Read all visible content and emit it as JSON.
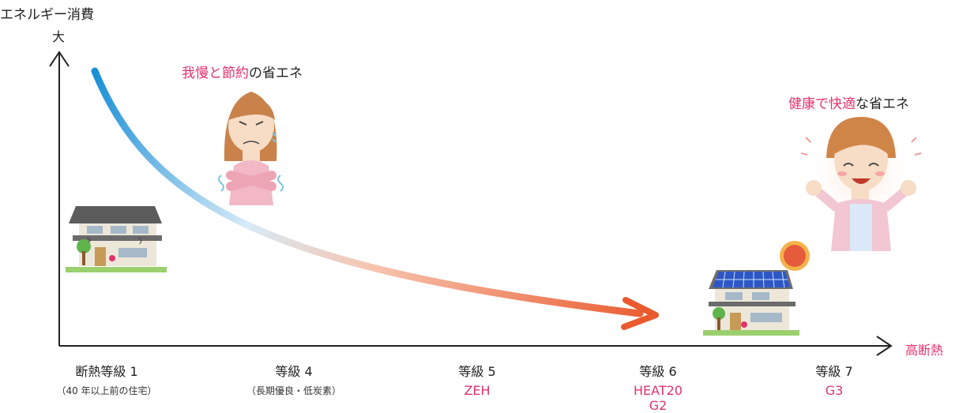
{
  "axes": {
    "y_label": "エネルギー消費",
    "y_max_label": "大",
    "x_label": "高断熱"
  },
  "captions": {
    "left": {
      "highlight1": "我慢",
      "connector1": "と",
      "highlight2": "節約",
      "suffix": "の省エネ"
    },
    "right": {
      "highlight1": "健康",
      "connector1": "で",
      "highlight2": "快適",
      "suffix": "な省エネ"
    }
  },
  "grades": [
    {
      "name": "断熱等級 1",
      "detail": "（40 年以上前の住宅）"
    },
    {
      "name": "等級 4",
      "detail": "（長期優良・低炭素）"
    },
    {
      "name": "等級 5",
      "detail": "ZEH"
    },
    {
      "name": "等級 6",
      "detail": "HEAT20\nG2"
    },
    {
      "name": "等級 7",
      "detail": "G3"
    }
  ],
  "colors": {
    "curve_start": "#1a8fd6",
    "curve_mid": "#d7ebf7",
    "curve_end": "#ea5a2e",
    "highlight_text": "#e0336b"
  },
  "illustrations": [
    "old-house",
    "cold-woman",
    "happy-woman",
    "solar-house",
    "sun"
  ]
}
